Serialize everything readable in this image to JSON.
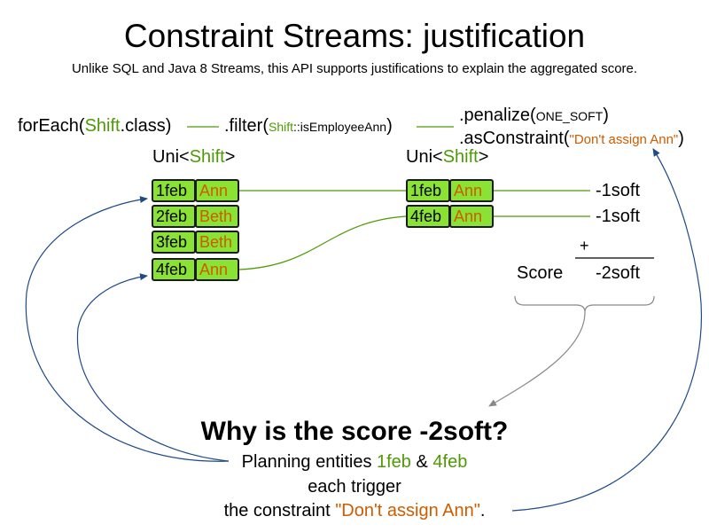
{
  "header": {
    "title": "Constraint Streams: justification",
    "subtitle": "Unlike SQL and Java 8 Streams, this API supports justifications to explain the aggregated score."
  },
  "pipeline": {
    "for_each_prefix": "forEach(",
    "for_each_class": "Shift",
    "for_each_suffix": ".class)",
    "filter_prefix": ".filter(",
    "filter_class": "Shift",
    "filter_method": "::isEmployeeAnn",
    "filter_suffix": ")",
    "penalize_prefix": ".penalize(",
    "penalize_arg": "ONE_SOFT",
    "penalize_suffix": ")",
    "as_constraint_prefix": ".asConstraint(",
    "as_constraint_arg": "\"Don't assign Ann\"",
    "as_constraint_suffix": ")"
  },
  "streams": {
    "left": {
      "prefix": "Uni<",
      "type": "Shift",
      "suffix": ">"
    },
    "right": {
      "prefix": "Uni<",
      "type": "Shift",
      "suffix": ">"
    }
  },
  "left_tuples": [
    {
      "date": "1feb",
      "employee": "Ann"
    },
    {
      "date": "2feb",
      "employee": "Beth"
    },
    {
      "date": "3feb",
      "employee": "Beth"
    },
    {
      "date": "4feb",
      "employee": "Ann"
    }
  ],
  "right_tuples": [
    {
      "date": "1feb",
      "employee": "Ann",
      "penalty": "-1soft"
    },
    {
      "date": "4feb",
      "employee": "Ann",
      "penalty": "-1soft"
    }
  ],
  "score": {
    "plus": "+",
    "label": "Score",
    "value": "-2soft"
  },
  "explanation": {
    "question": "Why is the score -2soft?",
    "line1_prefix": "Planning entities ",
    "entity1": "1feb",
    "line1_middle": " & ",
    "entity2": "4feb",
    "line2": "each trigger",
    "line3_prefix": "the constraint ",
    "constraint_name": "\"Don't assign Ann\"",
    "line3_suffix": "."
  },
  "colors": {
    "green_cell": "#8ae234",
    "green_text": "#4e9a06",
    "orange_text": "#ce5c00",
    "arrow_blue": "#204a87"
  }
}
